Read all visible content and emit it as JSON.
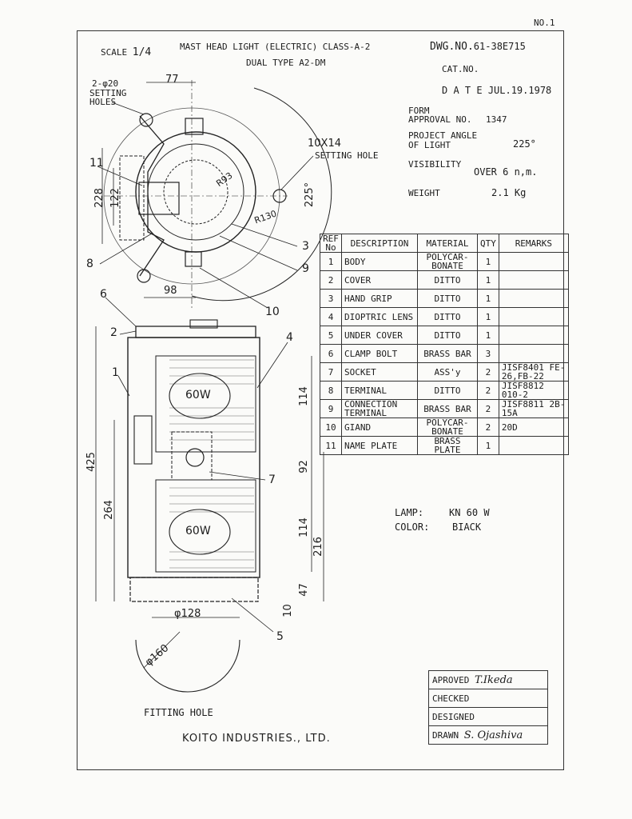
{
  "page_no": "NO.1",
  "title_block": {
    "scale_label": "SCALE",
    "scale_value": "1/4",
    "title": "MAST HEAD LIGHT (ELECTRIC) CLASS-A-2",
    "subtitle": "DUAL TYPE A2-DM",
    "dwg_no_label": "DWG.NO.",
    "dwg_no": "61-38E715",
    "cat_no_label": "CAT.NO.",
    "date_label": "D A T E",
    "date": "JUL.19.1978",
    "form_label_1": "FORM",
    "form_label_2": "APPROVAL NO.",
    "form_value": "1347",
    "angle_label_1": "PROJECT ANGLE",
    "angle_label_2": "OF LIGHT",
    "angle_value": "225°",
    "visibility_label": "VISIBILITY",
    "visibility_value": "OVER 6 n,m.",
    "weight_label": "WEIGHT",
    "weight_value": "2.1 Kg"
  },
  "parts_table": {
    "headers": [
      "REF No",
      "DESCRIPTION",
      "MATERIAL",
      "QTY",
      "REMARKS"
    ],
    "rows": [
      [
        "1",
        "BODY",
        "POLYCAR-BONATE",
        "1",
        ""
      ],
      [
        "2",
        "COVER",
        "DITTO",
        "1",
        ""
      ],
      [
        "3",
        "HAND GRIP",
        "DITTO",
        "1",
        ""
      ],
      [
        "4",
        "DIOPTRIC LENS",
        "DITTO",
        "1",
        ""
      ],
      [
        "5",
        "UNDER COVER",
        "DITTO",
        "1",
        ""
      ],
      [
        "6",
        "CLAMP BOLT",
        "BRASS BAR",
        "3",
        ""
      ],
      [
        "7",
        "SOCKET",
        "ASS'y",
        "2",
        "JISF8401 FE-26,FB-22"
      ],
      [
        "8",
        "TERMINAL",
        "DITTO",
        "2",
        "JISF8812 010-2"
      ],
      [
        "9",
        "CONNECTION TERMINAL",
        "BRASS BAR",
        "2",
        "JISF8811 2B-15A"
      ],
      [
        "10",
        "GIAND",
        "POLYCAR-BONATE",
        "2",
        "20D"
      ],
      [
        "11",
        "NAME PLATE",
        "BRASS PLATE",
        "1",
        ""
      ]
    ]
  },
  "lamp": {
    "lamp_label": "LAMP:",
    "lamp_value": "KN 60 W",
    "color_label": "COLOR:",
    "color_value": "BIACK"
  },
  "signatures": {
    "approved_label": "APROVED",
    "approved_sig": "T.Ikeda",
    "checked_label": "CHECKED",
    "designed_label": "DESIGNED",
    "drawn_label": "DRAWN",
    "drawn_sig": "S. Ojashiva"
  },
  "company": "KOITO INDUSTRIES., LTD.",
  "fitting_hole_label": "FITTING HOLE",
  "drawing_labels": {
    "setting_holes_a": "2-φ20",
    "setting_holes_b": "SETTING",
    "setting_holes_c": "HOLES",
    "setting_hole_a": "10X14",
    "setting_hole_b": "SETTING HOLE",
    "d77": "77",
    "d98": "98",
    "d228": "228",
    "d122": "122",
    "r93": "R93",
    "r130": "R130",
    "a225": "225°",
    "d425": "425",
    "d264": "264",
    "d114a": "114",
    "d92": "92",
    "d114b": "114",
    "d216": "216",
    "d47": "47",
    "d10": "10",
    "d128": "φ128",
    "d160": "φ160",
    "w1": "60W",
    "w2": "60W",
    "c1": "1",
    "c2": "2",
    "c3": "3",
    "c4": "4",
    "c5": "5",
    "c6": "6",
    "c7": "7",
    "c8": "8",
    "c9": "9",
    "c10": "10",
    "c11": "11"
  },
  "colors": {
    "ink": "#1c1c1c",
    "paper": "#fbfbf9"
  }
}
